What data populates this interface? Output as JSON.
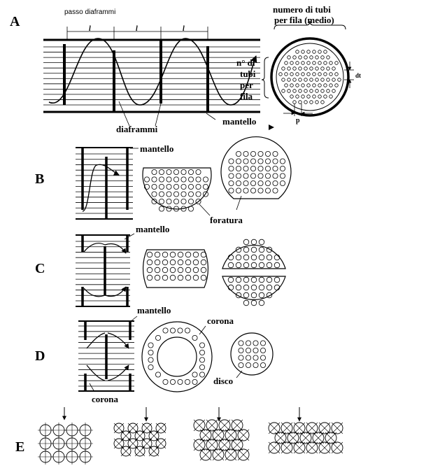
{
  "sections": {
    "a": "A",
    "b": "B",
    "c": "C",
    "d": "D",
    "e": "E"
  },
  "labels": {
    "passo_diaframmi": "passo diaframmi",
    "pitch_l1": "l",
    "pitch_l2": "l",
    "pitch_l3": "l",
    "diaframmi": "diaframmi",
    "mantello_a": "mantello",
    "numero_tubi_l1": "numero di tubi",
    "numero_tubi_l2": "per fila (medio)",
    "n_tubi_l1": "n° di",
    "n_tubi_l2": "tubi",
    "n_tubi_l3": "per",
    "n_tubi_l4": "fila",
    "dt": "dt",
    "p": "p",
    "mantello_b": "mantello",
    "foratura": "foratura",
    "mantello_c": "mantello",
    "mantello_d": "mantello",
    "corona_top": "corona",
    "disco": "disco",
    "corona_bottom": "corona"
  },
  "colors": {
    "ink": "#000000",
    "paper": "#ffffff"
  }
}
